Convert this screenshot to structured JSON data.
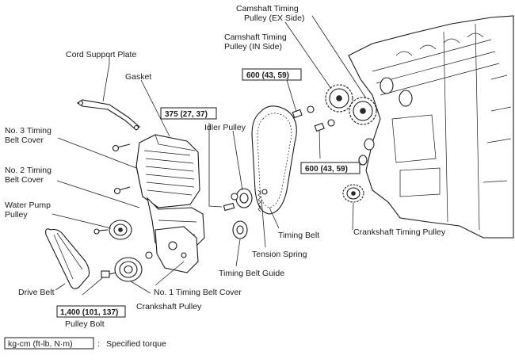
{
  "labels": {
    "cam_ex": [
      "Camshaft Timing",
      "Pulley (EX Side)"
    ],
    "cam_in": [
      "Camshaft Timing",
      "Pulley (IN Side)"
    ],
    "cord_support_plate": "Cord Support Plate",
    "gasket": "Gasket",
    "no3_cover": [
      "No. 3 Timing",
      "Belt Cover"
    ],
    "no2_cover": [
      "No. 2 Timing",
      "Belt Cover"
    ],
    "idler_pulley": "Idler Pulley",
    "water_pump_pulley": [
      "Water Pump",
      "Pulley"
    ],
    "timing_belt": "Timing Belt",
    "crank_timing_pulley": "Crankshaft Timing Pulley",
    "tension_spring": "Tension Spring",
    "timing_belt_guide": "Timing Belt Guide",
    "drive_belt": "Drive Belt",
    "no1_cover": "No. 1 Timing Belt Cover",
    "crankshaft_pulley": "Crankshaft Pulley",
    "pulley_bolt": "Pulley Bolt"
  },
  "torques": {
    "cam_bolt": "600 (43, 59)",
    "idler_bolt": "375 (27, 37)",
    "cam_bolt_lower": "600 (43, 59)",
    "pulley_bolt": "1,400 (101, 137)"
  },
  "legend": {
    "units": "kg-cm (ft-lb, N·m)",
    "separator": ":",
    "description": "Specified torque"
  }
}
